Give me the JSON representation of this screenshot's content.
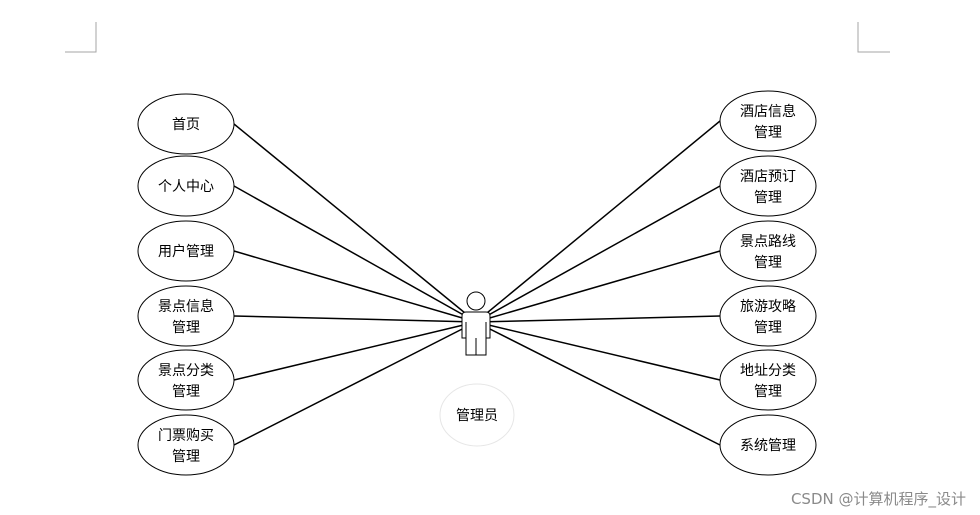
{
  "diagram": {
    "actor": {
      "label": "管理员",
      "icon": "person-icon"
    },
    "left_use_cases": [
      {
        "lines": [
          "首页"
        ]
      },
      {
        "lines": [
          "个人中心"
        ]
      },
      {
        "lines": [
          "用户管理"
        ]
      },
      {
        "lines": [
          "景点信息",
          "管理"
        ]
      },
      {
        "lines": [
          "景点分类",
          "管理"
        ]
      },
      {
        "lines": [
          "门票购买",
          "管理"
        ]
      }
    ],
    "right_use_cases": [
      {
        "lines": [
          "酒店信息",
          "管理"
        ]
      },
      {
        "lines": [
          "酒店预订",
          "管理"
        ]
      },
      {
        "lines": [
          "景点路线",
          "管理"
        ]
      },
      {
        "lines": [
          "旅游攻略",
          "管理"
        ]
      },
      {
        "lines": [
          "地址分类",
          "管理"
        ]
      },
      {
        "lines": [
          "系统管理"
        ]
      }
    ]
  },
  "watermark": "CSDN @计算机程序_设计"
}
